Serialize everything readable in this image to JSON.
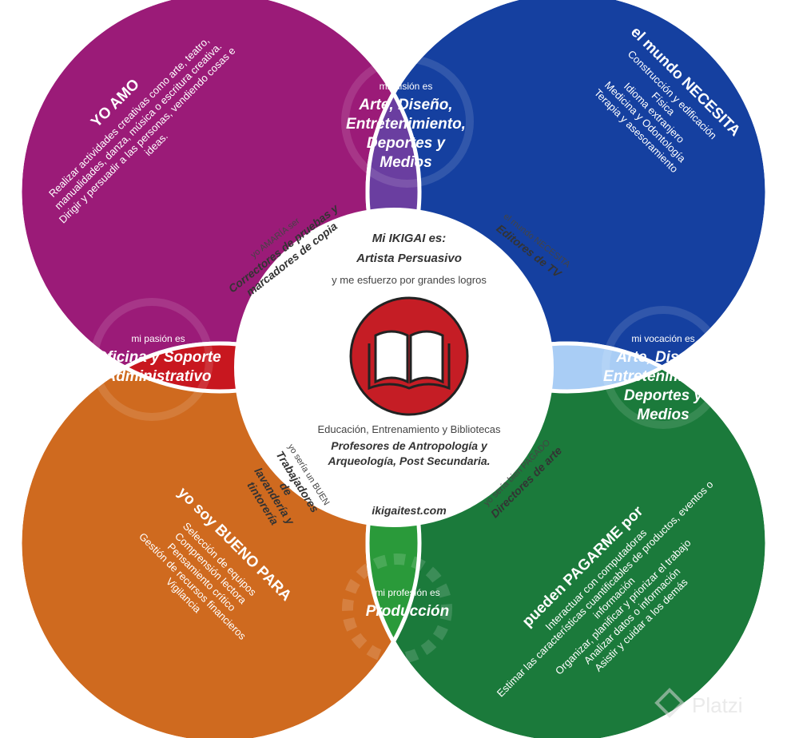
{
  "colors": {
    "love": "#9b1b78",
    "world_needs": "#1540a0",
    "good_at": "#cf6a1f",
    "paid_for": "#1b7a3b",
    "mission": "#6a3ea0",
    "passion": "#c8171f",
    "vocation": "#1f5fd0",
    "profession": "#2a9a3a",
    "pink": "#f5a3c8",
    "light_blue": "#a9cdf5",
    "yellow": "#f7cb72",
    "light_green": "#a8d4a0"
  },
  "corners": {
    "love": {
      "title": "YO AMO",
      "items": [
        "Realizar actividades creativas como arte, teatro,",
        "manualidades, danza, música o escritura creativa.",
        "Dirigir y persuadir a las personas, vendiendo cosas e",
        "ideas."
      ]
    },
    "world_needs": {
      "title": "el mundo NECESITA",
      "items": [
        "Construcción y edificación",
        "Física",
        "Idioma extranjero",
        "Medicina y Odontología",
        "Terapia y asesoramiento"
      ]
    },
    "good_at": {
      "title": "yo soy BUENO PARA",
      "items": [
        "Selección de equipos",
        "Comprensión lectora",
        "Pensamiento crítico",
        "Gestión de recursos financieros",
        "Vigilancia"
      ]
    },
    "paid_for": {
      "title": "pueden PAGARME por",
      "items": [
        "Interactuar con computadoras",
        "Estimar las características cuantificables de productos, eventos o",
        "información",
        "Organizar, planificar y priorizar el trabajo",
        "Analizar datos o información",
        "Asistir y cuidar a los demás"
      ]
    }
  },
  "overlaps": {
    "mission": {
      "label": "mi misión es",
      "lines": [
        "Arte, Diseño,",
        "Entretenimiento,",
        "Deportes y",
        "Medios"
      ]
    },
    "passion": {
      "label": "mi pasión es",
      "lines": [
        "Oficina y Soporte",
        "Administrativo"
      ]
    },
    "vocation": {
      "label": "mi vocación es",
      "lines": [
        "Arte, Diseño,",
        "Entretenimiento,",
        "Deportes y",
        "Medios"
      ]
    },
    "profession": {
      "label": "mi profesión es",
      "lines": [
        "Producción"
      ]
    }
  },
  "petals": {
    "top_left": {
      "label": "yo AMARÍA ser",
      "lines": [
        "Correctores de pruebas y",
        "marcadores de copia"
      ]
    },
    "top_right": {
      "label": "el mundo NECESITA",
      "lines": [
        "Editores de TV"
      ]
    },
    "bottom_left": {
      "label": "yo sería un BUEN",
      "lines": [
        "Trabajadores",
        "de",
        "lavandería y",
        "tintorería"
      ]
    },
    "bottom_right": {
      "label": "yo sería bien PAGADO",
      "lines": [
        "Directores de arte"
      ]
    }
  },
  "center": {
    "heading": "Mi IKIGAI es:",
    "result": "Artista Persuasivo",
    "tagline": "y me esfuerzo por grandes logros",
    "category": "Educación, Entrenamiento y Bibliotecas",
    "career_lines": [
      "Profesores de Antropología y",
      "Arqueología, Post Secundaria."
    ],
    "website": "ikigaitest.com",
    "icon": "book-icon"
  },
  "watermark": "Platzi"
}
